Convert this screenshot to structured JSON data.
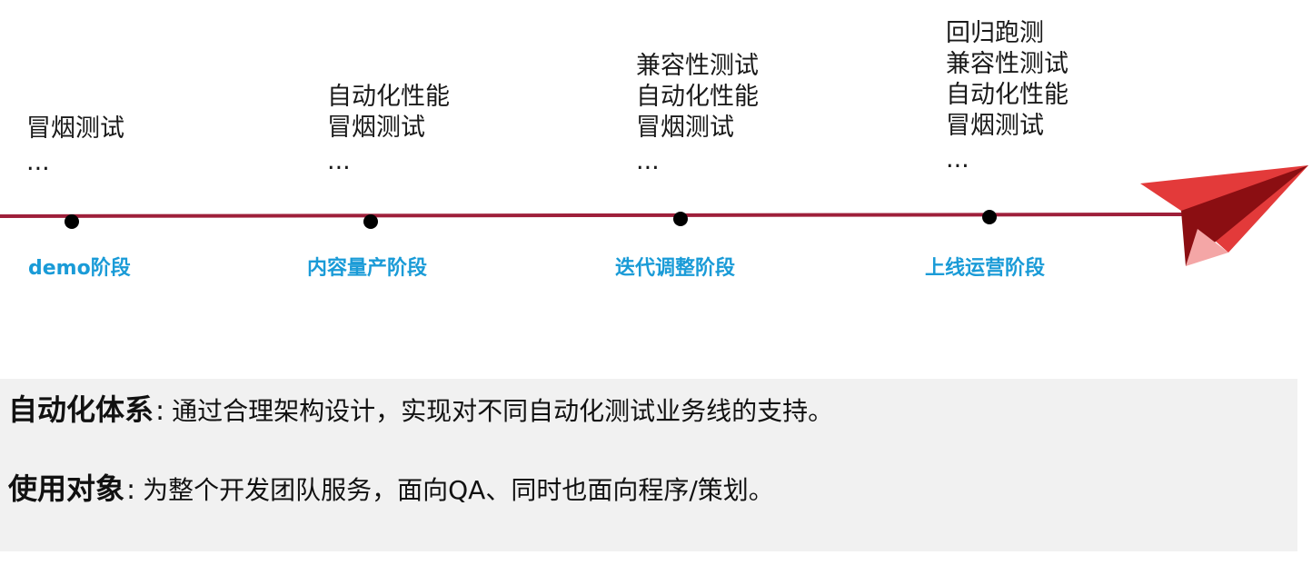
{
  "timeline": {
    "colors": {
      "line": "#9e1f3a",
      "dot": "#000000",
      "stage_label": "#1a9bd7",
      "plane_main": "#e33a3a",
      "plane_dark": "#8b0e12",
      "plane_light": "#f4a6a6"
    },
    "stages": [
      {
        "label": "demo阶段",
        "items": [
          "冒烟测试"
        ],
        "ellipsis": "..."
      },
      {
        "label": "内容量产阶段",
        "items": [
          "自动化性能",
          "冒烟测试"
        ],
        "ellipsis": "..."
      },
      {
        "label": "迭代调整阶段",
        "items": [
          "兼容性测试",
          "自动化性能",
          "冒烟测试"
        ],
        "ellipsis": "..."
      },
      {
        "label": "上线运营阶段",
        "items": [
          "回归跑测",
          "兼容性测试",
          "自动化性能",
          "冒烟测试"
        ],
        "ellipsis": "..."
      }
    ],
    "end_icon": "paper-plane-icon"
  },
  "info": {
    "background": "#f1f1f1",
    "rows": [
      {
        "term": "自动化体系",
        "colon": ":",
        "desc": "通过合理架构设计，实现对不同自动化测试业务线的支持。"
      },
      {
        "term": "使用对象",
        "colon": ":",
        "desc": "为整个开发团队服务，面向QA、同时也面向程序/策划。"
      }
    ]
  }
}
